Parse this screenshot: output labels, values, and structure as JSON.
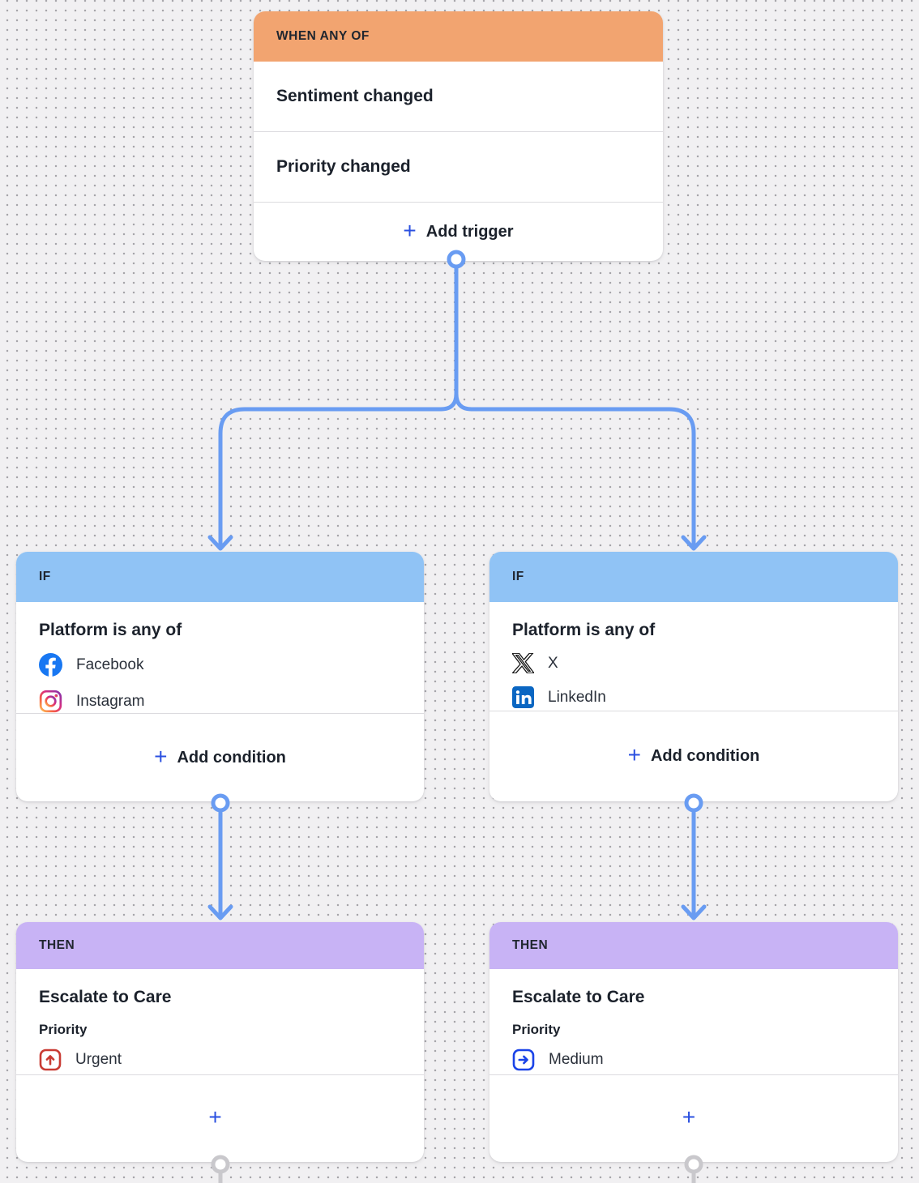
{
  "colors": {
    "canvas_bg": "#F1F0F2",
    "dot_grid": "#A6A5AA",
    "card_bg": "#FFFFFF",
    "trigger_header_bg": "#F2A470",
    "condition_header_bg": "#90C3F5",
    "action_header_bg": "#C8B3F5",
    "header_text": "#20262F",
    "title_text": "#1B212B",
    "body_text": "#2A303A",
    "divider": "#DCDBDF",
    "connector_blue": "#699CF2",
    "connector_gray": "#C9C8CC",
    "plus_blue": "#2B50E0",
    "urgent_red": "#C93B33",
    "medium_blue": "#1A43E8",
    "facebook_blue": "#1877F2",
    "linkedin_blue": "#0A66C2",
    "x_black": "#111111"
  },
  "ui": {
    "plus_glyph": "+"
  },
  "trigger_card": {
    "header": "WHEN ANY OF",
    "rows": [
      {
        "label": "Sentiment changed"
      },
      {
        "label": "Priority changed"
      }
    ],
    "add_label": "Add trigger"
  },
  "condition_cards": [
    {
      "header": "IF",
      "title": "Platform is any of",
      "platforms": [
        {
          "name": "Facebook",
          "icon": "facebook-icon"
        },
        {
          "name": "Instagram",
          "icon": "instagram-icon"
        }
      ],
      "add_label": "Add condition"
    },
    {
      "header": "IF",
      "title": "Platform is any of",
      "platforms": [
        {
          "name": "X",
          "icon": "x-icon"
        },
        {
          "name": "LinkedIn",
          "icon": "linkedin-icon"
        }
      ],
      "add_label": "Add condition"
    }
  ],
  "action_cards": [
    {
      "header": "THEN",
      "title": "Escalate to Care",
      "field_label": "Priority",
      "value": "Urgent",
      "icon": "priority-urgent-icon"
    },
    {
      "header": "THEN",
      "title": "Escalate to Care",
      "field_label": "Priority",
      "value": "Medium",
      "icon": "priority-medium-icon"
    }
  ]
}
